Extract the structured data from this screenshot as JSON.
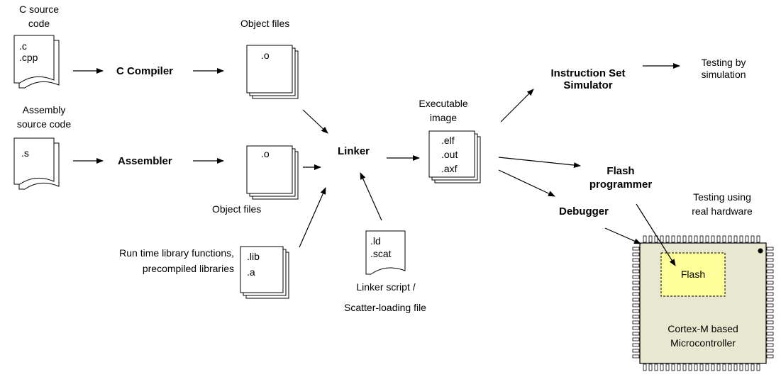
{
  "source_files": {
    "c_label_line1": "C source",
    "c_label_line2": "code",
    "c_ext1": ".c",
    "c_ext2": ".cpp",
    "asm_label_line1": "Assembly",
    "asm_label_line2": "source code",
    "asm_ext": ".s"
  },
  "tools": {
    "c_compiler": "C Compiler",
    "assembler": "Assembler",
    "linker": "Linker",
    "iss_line1": "Instruction Set",
    "iss_line2": "Simulator",
    "flash_line1": "Flash",
    "flash_line2": "programmer",
    "debugger": "Debugger"
  },
  "objects": {
    "obj_label_top": "Object files",
    "obj_ext_top": ".o",
    "obj_label_bottom": "Object files",
    "obj_ext_bottom": ".o"
  },
  "libraries": {
    "label_line1": "Run time library functions,",
    "label_line2": "precompiled libraries",
    "ext1": ".lib",
    "ext2": ".a"
  },
  "linker_script": {
    "ext1": ".ld",
    "ext2": ".scat",
    "label_line1": "Linker script /",
    "label_line2": "Scatter-loading file"
  },
  "executable": {
    "label_line1": "Executable",
    "label_line2": "image",
    "ext1": ".elf",
    "ext2": ".out",
    "ext3": ".axf"
  },
  "outcomes": {
    "sim_line1": "Testing by",
    "sim_line2": "simulation",
    "hw_line1": "Testing using",
    "hw_line2": "real hardware"
  },
  "mcu": {
    "flash": "Flash",
    "label_line1": "Cortex-M based",
    "label_line2": "Microcontroller",
    "body_color": "#e8e8d0",
    "flash_color": "#ffff99"
  }
}
